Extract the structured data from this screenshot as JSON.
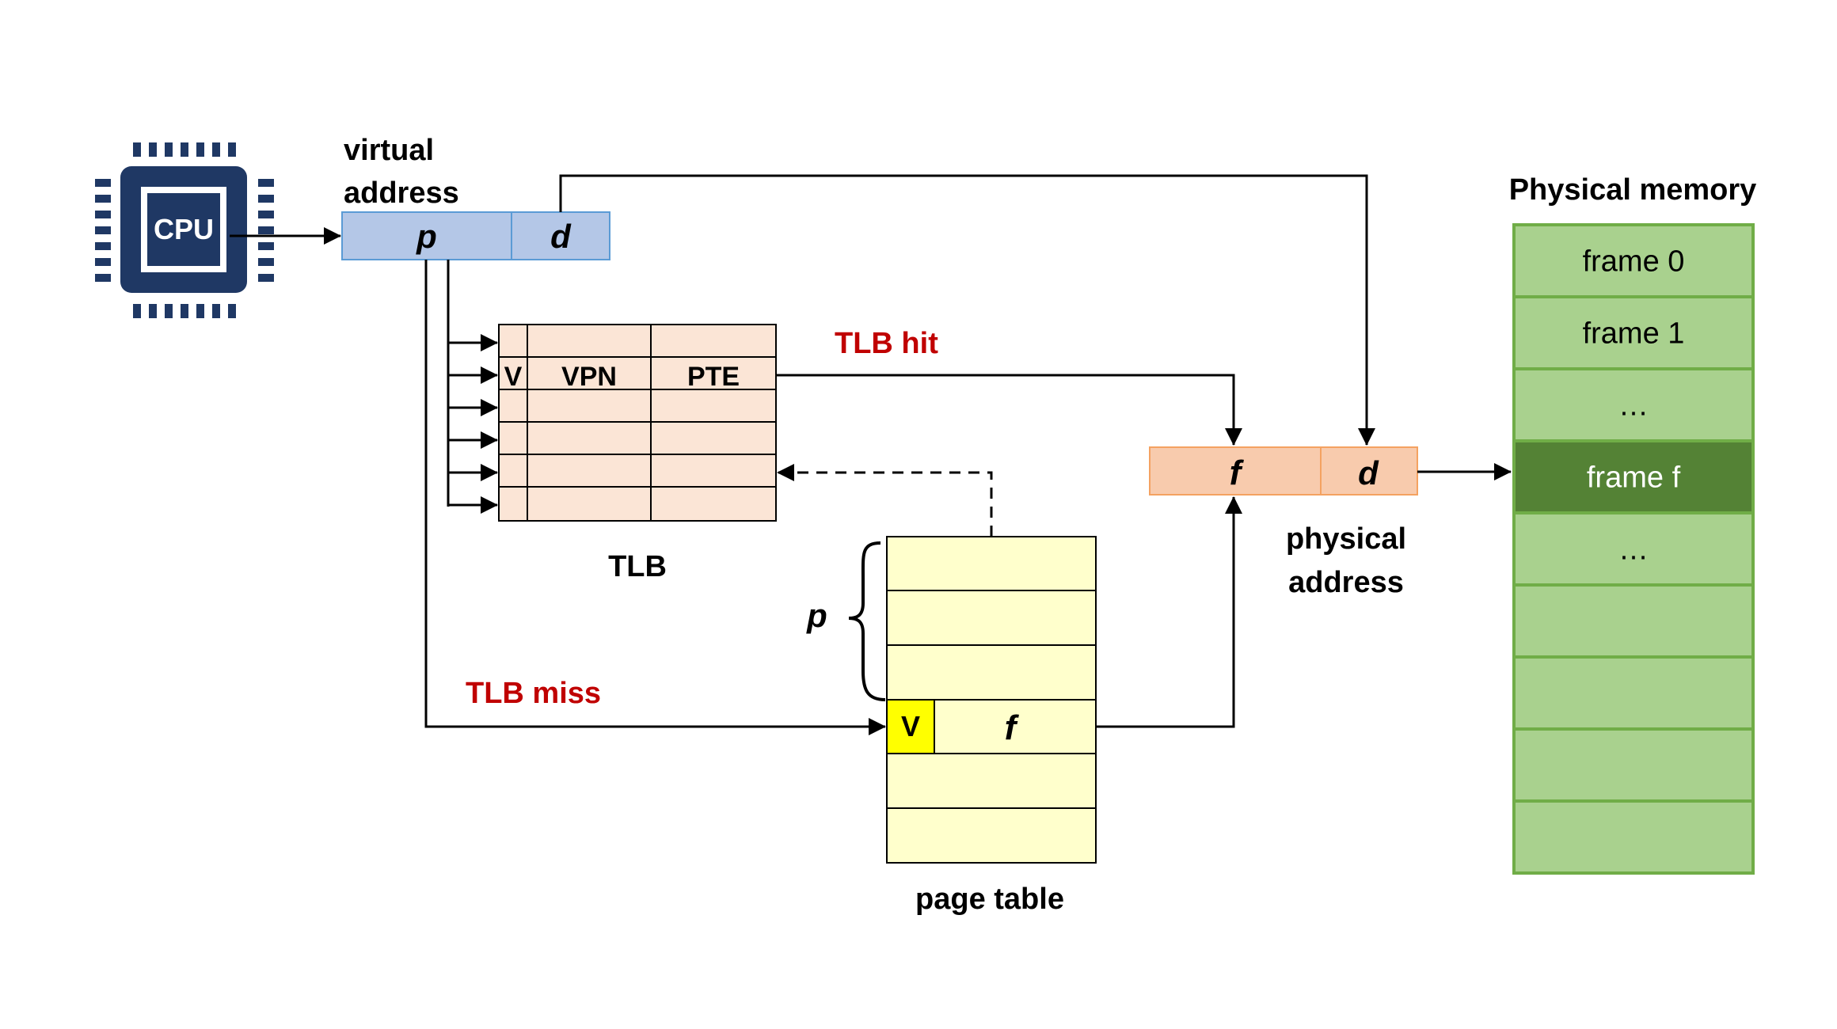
{
  "cpu": {
    "label": "CPU"
  },
  "virtual_address": {
    "caption_line1": "virtual",
    "caption_line2": "address",
    "page_field": "p",
    "offset_field": "d"
  },
  "tlb": {
    "caption": "TLB",
    "header": {
      "valid": "V",
      "vpn": "VPN",
      "pte": "PTE"
    },
    "hit_label": "TLB hit",
    "miss_label": "TLB miss"
  },
  "page_table": {
    "caption": "page table",
    "brace_label": "p",
    "entry_valid": "V",
    "entry_frame": "f"
  },
  "physical_address": {
    "caption_line1": "physical",
    "caption_line2": "address",
    "frame_field": "f",
    "offset_field": "d"
  },
  "physical_memory": {
    "title": "Physical memory",
    "frames": [
      "frame 0",
      "frame 1",
      "…",
      "frame f",
      "…",
      "",
      "",
      "",
      ""
    ],
    "highlight_index": 3
  },
  "colors": {
    "va_fill": "#b4c7e7",
    "va_stroke": "#5b9bd5",
    "tlb_fill": "#fbe5d6",
    "pa_fill": "#f8cbad",
    "pa_stroke": "#f4a261",
    "pt_fill": "#ffffcc",
    "valid_fill": "#ffff00",
    "mem_fill": "#a9d18e",
    "mem_stroke": "#70ad47",
    "mem_highlight": "#548235",
    "label_red": "#c00000",
    "cpu_navy": "#1f3864"
  }
}
